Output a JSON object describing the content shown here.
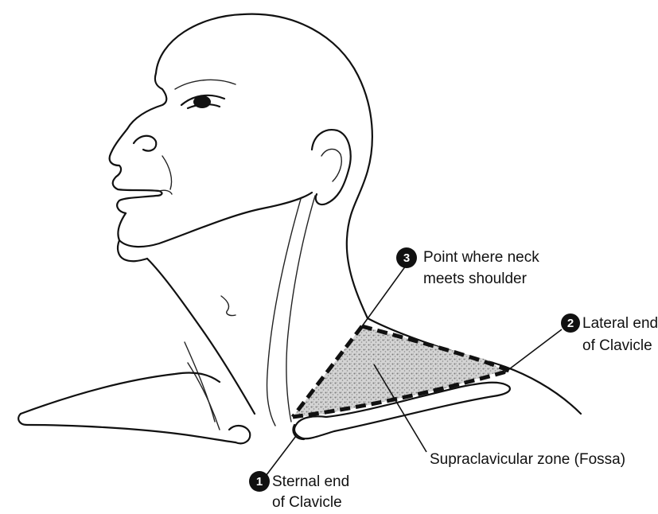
{
  "diagram": {
    "points": [
      {
        "marker": "1",
        "label_line1": "Sternal end",
        "label_line2": "of Clavicle"
      },
      {
        "marker": "2",
        "label_line1": "Lateral end",
        "label_line2": "of Clavicle"
      },
      {
        "marker": "3",
        "label_line1": "Point where neck",
        "label_line2": "meets shoulder"
      }
    ],
    "zone_label": "Supraclavicular zone (Fossa)",
    "colors": {
      "ink": "#111111",
      "zone_shading": "#b8b8b8",
      "background": "#ffffff"
    }
  }
}
